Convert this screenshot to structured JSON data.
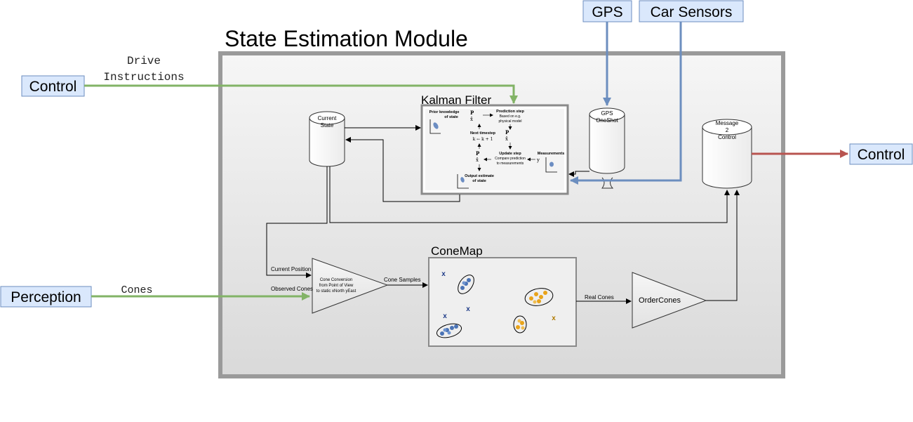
{
  "title": "State Estimation Module",
  "external": {
    "gps": "GPS",
    "car_sensors": "Car Sensors",
    "control_in": "Control",
    "perception": "Perception",
    "control_out": "Control"
  },
  "edge_labels": {
    "drive_1": "Drive",
    "drive_2": "Instructions",
    "cones": "Cones",
    "current_position": "Current Position",
    "observed_cones": "Observed Cones",
    "cone_samples": "Cone Samples",
    "real_cones": "Real Cones"
  },
  "nodes": {
    "current_state_1": "Current",
    "current_state_2": "State",
    "gps_oneshot_1": "GPS",
    "gps_oneshot_2": "OneShot",
    "msg_1": "Message",
    "msg_2": "2",
    "msg_3": "Control",
    "kalman_title": "Kalman Filter",
    "conemap_title": "ConeMap",
    "cone_conv_1": "Cone Conversion",
    "cone_conv_2": "from Point of View",
    "cone_conv_3": "to static xNorth yEast",
    "order_cones": "OrderCones"
  },
  "kalman": {
    "prior_1": "Prior knowledge",
    "prior_2": "of state",
    "pred_1": "Prediction step",
    "pred_2": "Based on e.g.",
    "pred_3": "physical model",
    "next_1": "Next timestep",
    "next_2": "k ← k + 1",
    "update_1": "Update step",
    "update_2": "Compare prediction",
    "update_3": "to measurements",
    "meas": "Measurements",
    "output_1": "Output estimate",
    "output_2": "of state",
    "p_prior": "P",
    "x_prior": "x̂",
    "y_k": "y",
    "p_kk": "P",
    "x_kk": "x̂"
  },
  "colors": {
    "green": "#82b366",
    "blue": "#6c8ebf",
    "red": "#b85450",
    "ext_fill": "#dae8fc",
    "module_border": "#9a9a9a"
  }
}
